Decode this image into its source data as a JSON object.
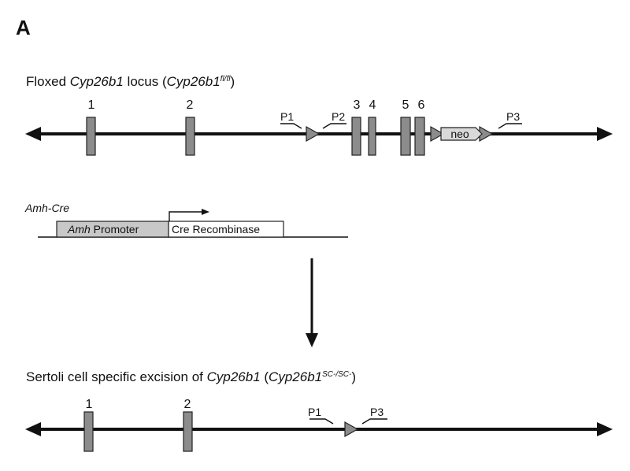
{
  "panel_label": "A",
  "locus": {
    "title_pre": "Floxed ",
    "title_gene": "Cyp26b1",
    "title_mid": " locus (",
    "title_gene2": "Cyp26b1",
    "title_sup": "fl/fl",
    "title_post": ")",
    "exon_labels": [
      "1",
      "2",
      "3",
      "4",
      "5",
      "6"
    ],
    "primers": [
      "P1",
      "P2",
      "P3"
    ],
    "neo_label": "neo"
  },
  "cre": {
    "title": "Amh-Cre",
    "promoter_gene": "Amh",
    "promoter_word": " Promoter",
    "recombinase": "Cre Recombinase"
  },
  "excised": {
    "title_pre": "Sertoli cell specific excision of ",
    "title_gene": "Cyp26b1",
    "title_mid": " (",
    "title_gene2": "Cyp26b1",
    "title_sup": "SC-/SC-",
    "title_post": ")",
    "exon_labels": [
      "1",
      "2"
    ],
    "primers": [
      "P1",
      "P3"
    ]
  },
  "colors": {
    "line": "#111111",
    "exon_fill": "#8c8c8c",
    "loxp_fill": "#8c8c8c",
    "neo_fill": "#d9d9d9",
    "promoter_fill": "#c8c8c8"
  }
}
